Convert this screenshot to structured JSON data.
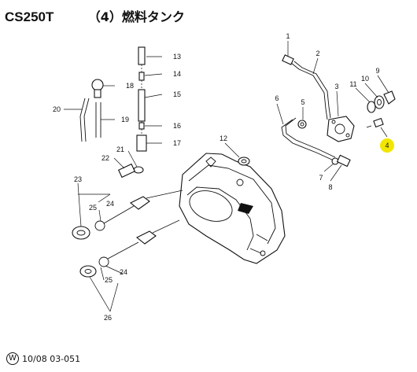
{
  "header": {
    "model": "CS250T",
    "title": "（4）燃料タンク"
  },
  "callouts": [
    {
      "id": "c1",
      "label": "1"
    },
    {
      "id": "c2",
      "label": "2"
    },
    {
      "id": "c3",
      "label": "3"
    },
    {
      "id": "c4",
      "label": "4",
      "highlight": true,
      "highlight_color": "#f2e600"
    },
    {
      "id": "c5",
      "label": "5"
    },
    {
      "id": "c6",
      "label": "6"
    },
    {
      "id": "c7",
      "label": "7"
    },
    {
      "id": "c8",
      "label": "8"
    },
    {
      "id": "c9",
      "label": "9"
    },
    {
      "id": "c10",
      "label": "10"
    },
    {
      "id": "c11",
      "label": "11"
    },
    {
      "id": "c12",
      "label": "12"
    },
    {
      "id": "c13",
      "label": "13"
    },
    {
      "id": "c14",
      "label": "14"
    },
    {
      "id": "c15",
      "label": "15"
    },
    {
      "id": "c16",
      "label": "16"
    },
    {
      "id": "c17",
      "label": "17"
    },
    {
      "id": "c18",
      "label": "18"
    },
    {
      "id": "c19",
      "label": "19"
    },
    {
      "id": "c20",
      "label": "20"
    },
    {
      "id": "c21",
      "label": "21"
    },
    {
      "id": "c22",
      "label": "22"
    },
    {
      "id": "c23",
      "label": "23"
    },
    {
      "id": "c24a",
      "label": "24"
    },
    {
      "id": "c25a",
      "label": "25"
    },
    {
      "id": "c24b",
      "label": "24"
    },
    {
      "id": "c25b",
      "label": "25"
    },
    {
      "id": "c26",
      "label": "26"
    }
  ],
  "footer": {
    "stamp": "W",
    "code": "10/08 03-051"
  }
}
